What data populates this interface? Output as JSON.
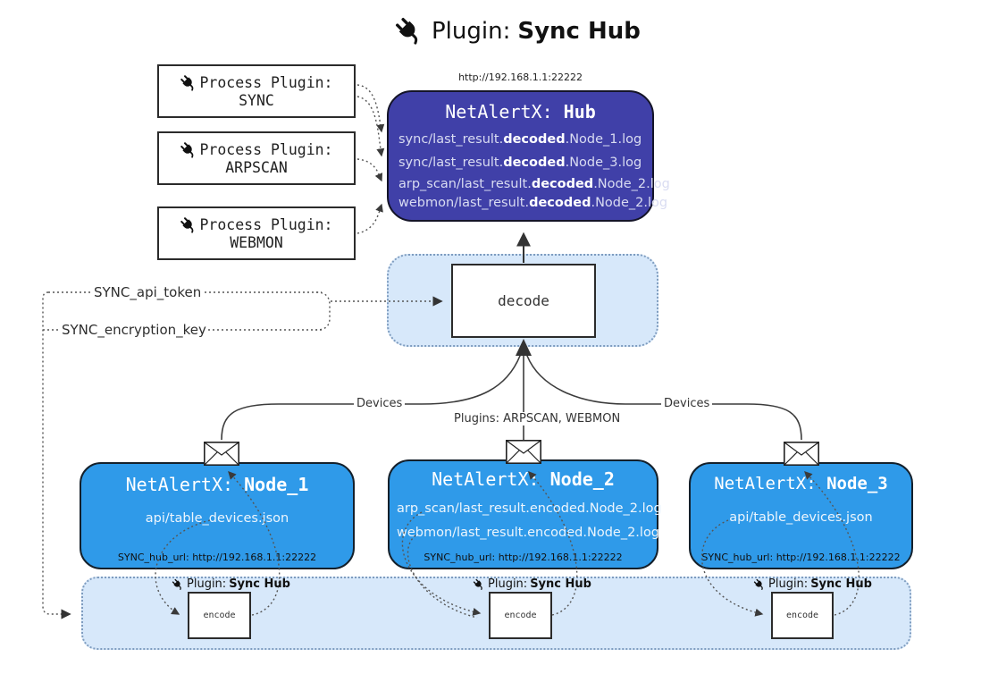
{
  "title": {
    "prefix": "Plugin:",
    "name": "Sync Hub"
  },
  "colors": {
    "hub_fill": "#4040a8",
    "node_fill": "#2f9ae9",
    "panel_fill": "#d7e8fa",
    "panel_border": "#7e9cbf",
    "ink": "#1a1a1a",
    "line": "#3a3a3a"
  },
  "process_plugins": [
    {
      "label": "Process Plugin:",
      "name": "SYNC"
    },
    {
      "label": "Process Plugin:",
      "name": "ARPSCAN"
    },
    {
      "label": "Process Plugin:",
      "name": "WEBMON"
    }
  ],
  "hub": {
    "url": "http://192.168.1.1:22222",
    "title_prefix": "NetAlertX:",
    "title_name": "Hub",
    "entries": [
      {
        "pre": "sync/last_result.",
        "bold": "decoded",
        "post": ".Node_1.log"
      },
      {
        "pre": "sync/last_result.",
        "bold": "decoded",
        "post": ".Node_3.log"
      },
      {
        "pre": "arp_scan/last_result.",
        "bold": "decoded",
        "post": ".Node_2.log"
      },
      {
        "pre": "webmon/last_result.",
        "bold": "decoded",
        "post": ".Node_2.log"
      }
    ]
  },
  "decode_box": {
    "label": "decode"
  },
  "keys": {
    "api_token": "SYNC_api_token",
    "encryption_key": "SYNC_encryption_key"
  },
  "edges": {
    "devices_left": "Devices",
    "devices_right": "Devices",
    "plugins_center": "Plugins: ARPSCAN, WEBMON"
  },
  "nodes": [
    {
      "title_prefix": "NetAlertX:",
      "title_name": "Node_1",
      "lines": [
        "api/table_devices.json"
      ],
      "hub_url": "SYNC_hub_url: http://192.168.1.1:22222"
    },
    {
      "title_prefix": "NetAlertX:",
      "title_name": "Node_2",
      "lines": [
        "arp_scan/last_result.encoded.Node_2.log",
        "webmon/last_result.encoded.Node_2.log"
      ],
      "hub_url": "SYNC_hub_url: http://192.168.1.1:22222"
    },
    {
      "title_prefix": "NetAlertX:",
      "title_name": "Node_3",
      "lines": [
        "api/table_devices.json"
      ],
      "hub_url": "SYNC_hub_url: http://192.168.1.1:22222"
    }
  ],
  "encoders": {
    "plugin_prefix": "Plugin:",
    "plugin_name": "Sync Hub",
    "box_label": "encode"
  }
}
